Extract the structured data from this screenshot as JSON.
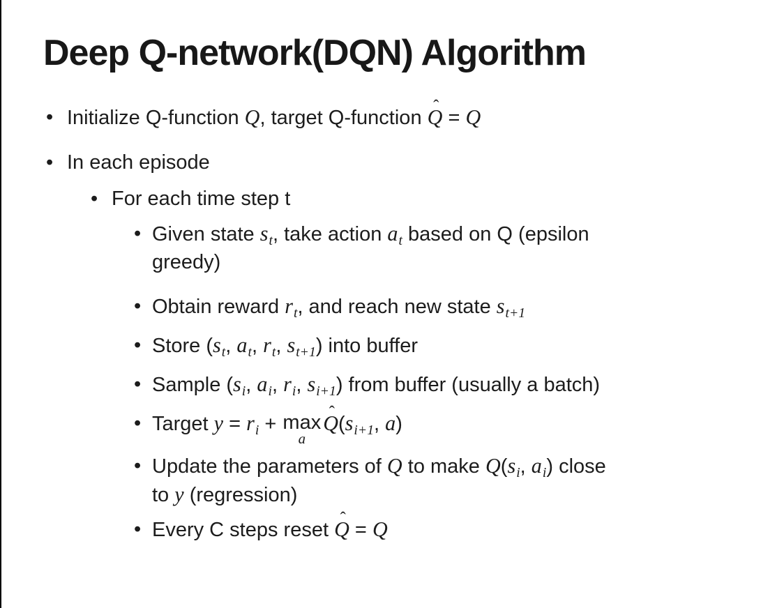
{
  "glyphs": {
    "bullet": "•",
    "hat": "ˆ"
  },
  "slide": {
    "title": "Deep Q-network(DQN) Algorithm",
    "b_init": {
      "pre": "Initialize Q-function ",
      "q1": "Q",
      "mid": ", target Q-function ",
      "qh": "Q",
      "eq": " = ",
      "q2": "Q"
    },
    "b_episode": "In each episode",
    "b_timestep": "For each time step t",
    "c_given": {
      "l1a": "Given state ",
      "v1": "s",
      "s1": "t",
      "l1b": ", take action ",
      "v2": "a",
      "s2": "t",
      "l1c": " based on Q (epsilon",
      "l2": "greedy)"
    },
    "c_obtain": {
      "a": "Obtain reward ",
      "v1": "r",
      "s1": "t",
      "b": ", and reach new state ",
      "v2": "s",
      "s2": "t+1"
    },
    "c_store": {
      "a": "Store (",
      "v1": "s",
      "s1": "t",
      "c1": ", ",
      "v2": "a",
      "s2": "t",
      "c2": ", ",
      "v3": "r",
      "s3": "t",
      "c3": ", ",
      "v4": "s",
      "s4": "t+1",
      "b": ") into buffer"
    },
    "c_sample": {
      "a": "Sample (",
      "v1": "s",
      "s1": "i",
      "c1": ", ",
      "v2": "a",
      "s2": "i",
      "c2": ", ",
      "v3": "r",
      "s3": "i",
      "c3": ", ",
      "v4": "s",
      "s4": "i+1",
      "b": ") from buffer (usually a batch)"
    },
    "c_target": {
      "a": "Target ",
      "y": "y",
      "eq": " = ",
      "r": "r",
      "ri": "i",
      "plus": " + ",
      "max": "max",
      "maxsub": "a",
      "qh": "Q",
      "p1": "(",
      "s": "s",
      "si": "i+1",
      "comma": ", ",
      "aa": "a",
      "p2": ")"
    },
    "c_update": {
      "l1a": "Update the parameters of ",
      "q1": "Q",
      "l1b": " to make ",
      "q2": "Q",
      "p1": "(",
      "s": "s",
      "si": "i",
      "comma": ", ",
      "a": "a",
      "ai": "i",
      "l1c": ") close",
      "l2a": "to ",
      "y": "y",
      "l2b": " (regression)"
    },
    "c_reset": {
      "a": "Every C steps reset ",
      "qh": "Q",
      "eq": " = ",
      "q": "Q"
    }
  }
}
